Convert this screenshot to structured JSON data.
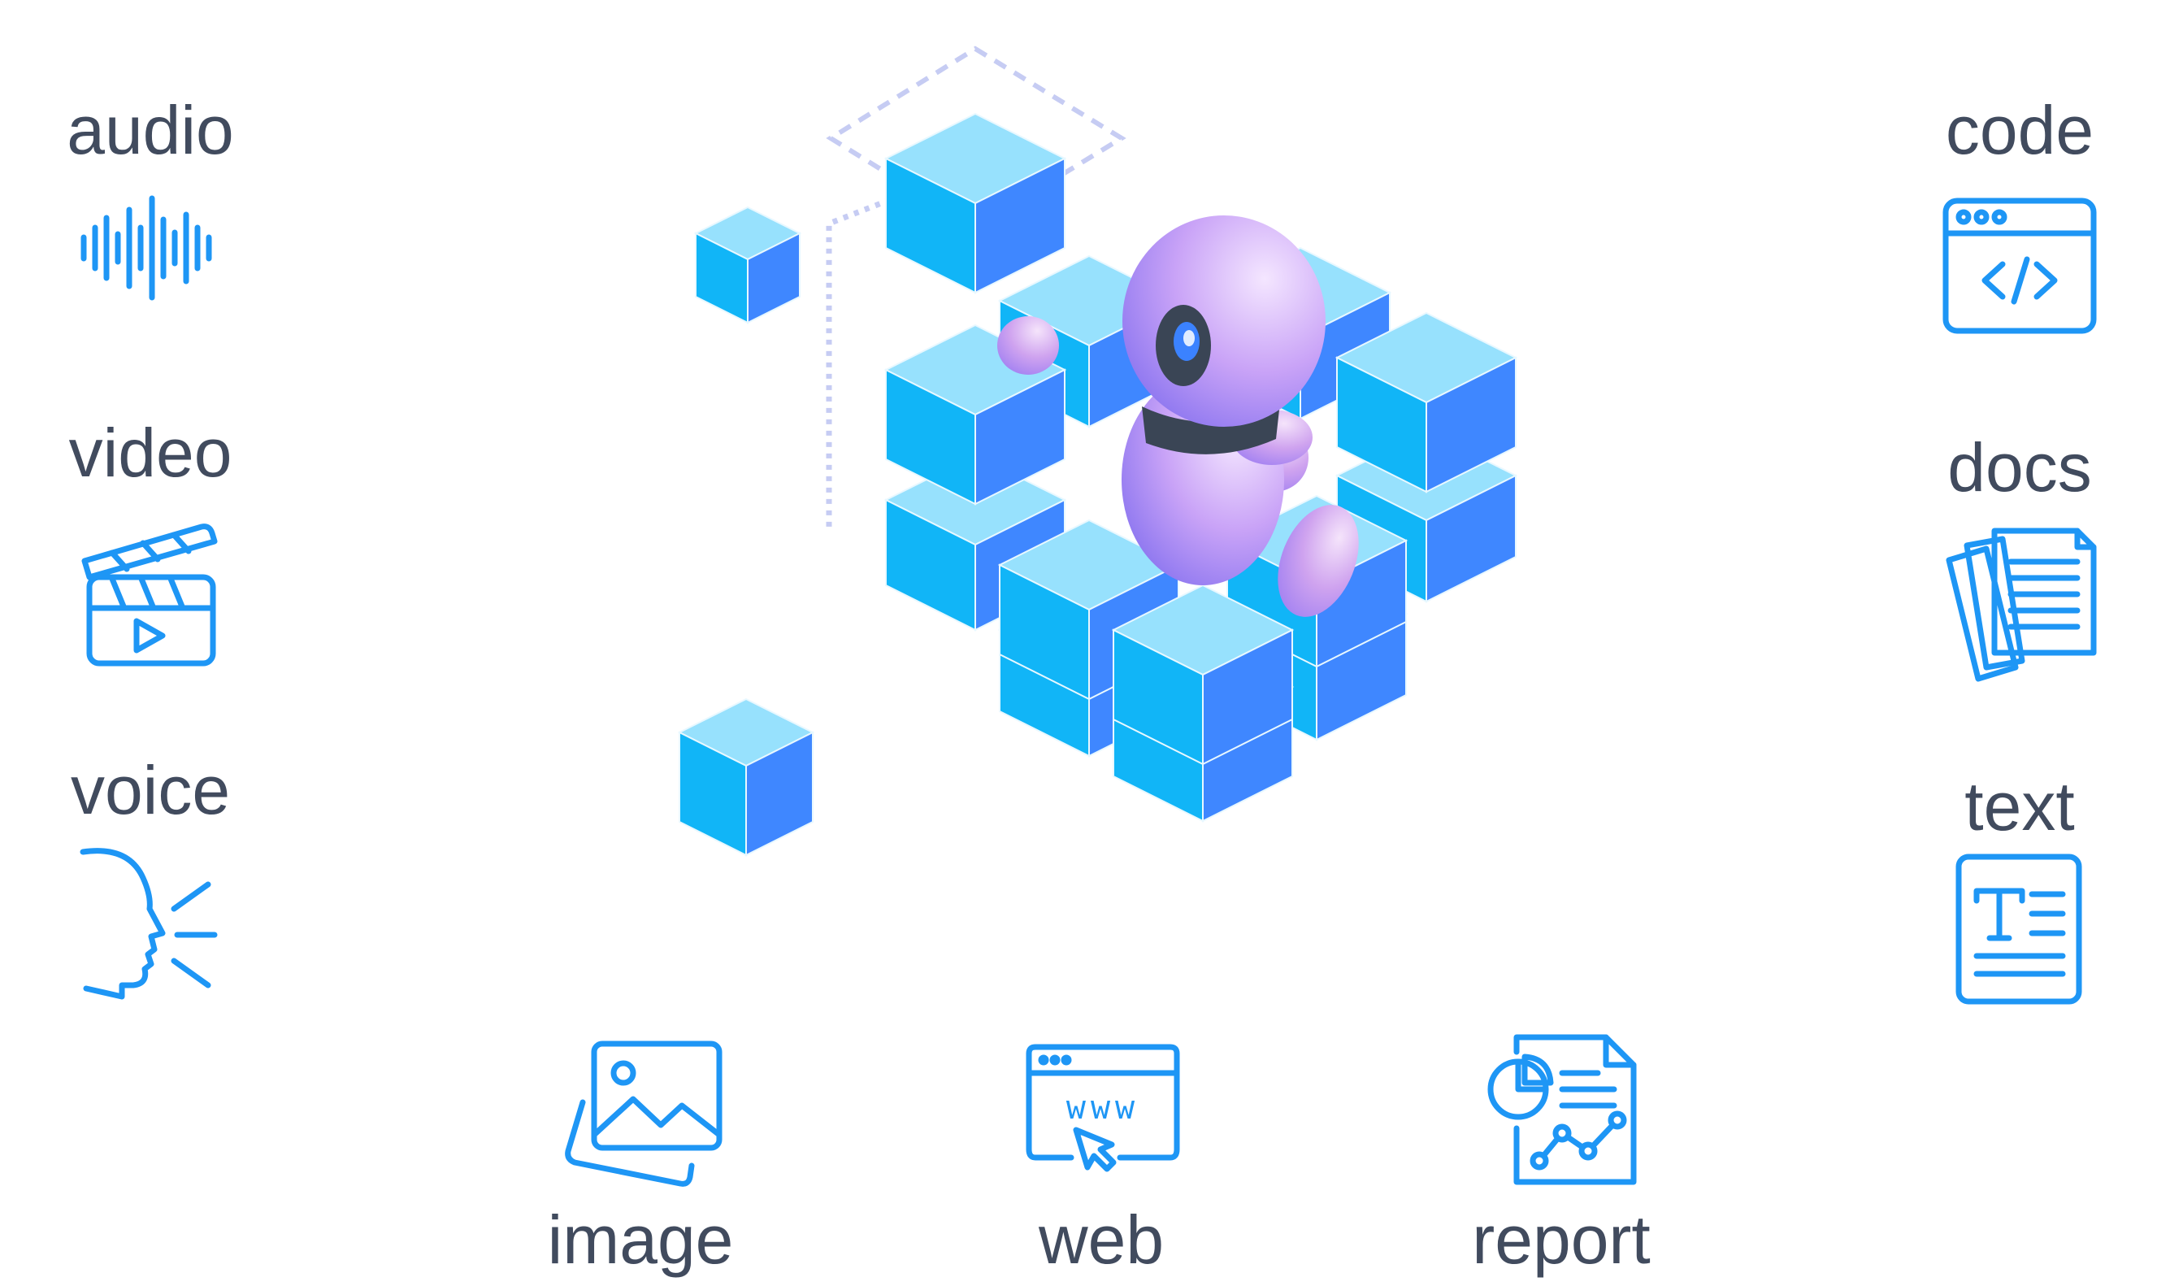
{
  "colors": {
    "text": "#414b5e",
    "icon": "#1e96f5",
    "cube_top": "#97e1fd",
    "cube_left": "#11b5f7",
    "cube_right": "#3f87ff",
    "robot_light": "#f2dcff",
    "robot_dark": "#9d7cf4",
    "guide": "#c6ccf3"
  },
  "left": [
    {
      "label": "audio",
      "icon": "audio-waveform-icon"
    },
    {
      "label": "video",
      "icon": "clapperboard-icon"
    },
    {
      "label": "voice",
      "icon": "speaking-head-icon"
    }
  ],
  "right": [
    {
      "label": "code",
      "icon": "code-window-icon"
    },
    {
      "label": "docs",
      "icon": "documents-stack-icon"
    },
    {
      "label": "text",
      "icon": "text-document-icon"
    }
  ],
  "bottom": [
    {
      "label": "image",
      "icon": "image-gallery-icon"
    },
    {
      "label": "web",
      "icon": "web-browser-icon"
    },
    {
      "label": "report",
      "icon": "report-chart-icon"
    }
  ],
  "illustration": {
    "subject": "robot-on-cube-grid"
  },
  "web_icon_text": "www"
}
